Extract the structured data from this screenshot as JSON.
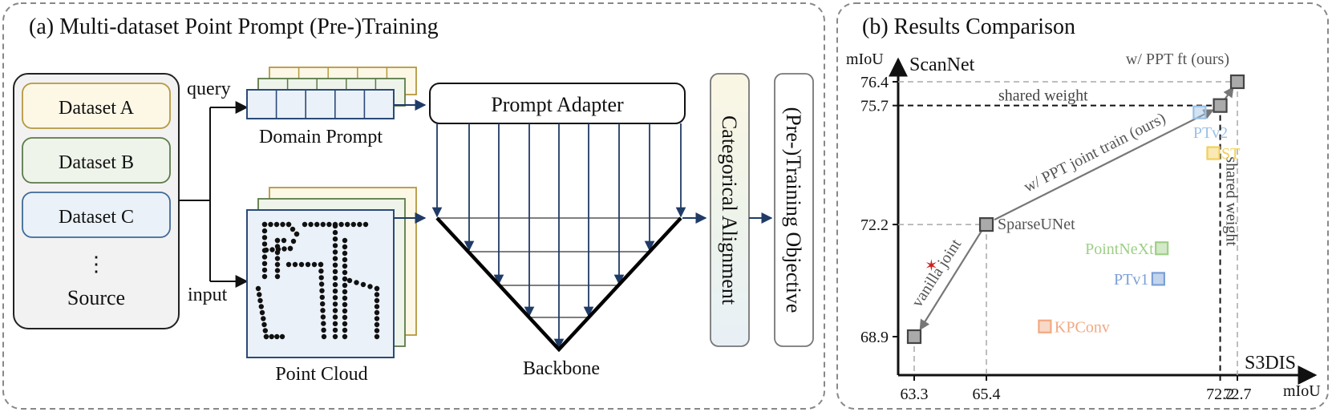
{
  "panel_a": {
    "title": "(a) Multi-dataset Point Prompt (Pre-)Training",
    "source": {
      "datasets": [
        {
          "label": "Dataset A",
          "fill": "#fdf7e6",
          "stroke": "#b5983f"
        },
        {
          "label": "Dataset B",
          "fill": "#eef4ea",
          "stroke": "#5d7a48"
        },
        {
          "label": "Dataset C",
          "fill": "#eaf1f8",
          "stroke": "#3f6a96"
        }
      ],
      "ellipsis": "⋮",
      "label": "Source"
    },
    "query_label": "query",
    "input_label": "input",
    "domain_prompt_label": "Domain Prompt",
    "point_cloud_label": "Point Cloud",
    "prompt_adapter_label": "Prompt Adapter",
    "backbone_label": "Backbone",
    "categorical_alignment_label": "Categorical Alignment",
    "training_objective_label": "(Pre-)Training Objective"
  },
  "panel_b": {
    "title": "(b) Results Comparison"
  },
  "chart_data": {
    "type": "scatter",
    "xlabel": "mIoU",
    "ylabel": "mIoU",
    "x_axis_name": "S3DIS",
    "y_axis_name": "ScanNet",
    "x_ticks": [
      63.3,
      65.4,
      72.2,
      72.7
    ],
    "y_ticks": [
      68.9,
      72.2,
      75.7,
      76.4
    ],
    "points": [
      {
        "name": "SparseUNet",
        "x": 65.4,
        "y": 72.2,
        "color": "#888888",
        "primary": true
      },
      {
        "name": "",
        "x": 63.3,
        "y": 68.9,
        "color": "#888888",
        "primary": true
      },
      {
        "name": "",
        "x": 72.2,
        "y": 75.7,
        "color": "#888888",
        "primary": true
      },
      {
        "name": "w/ PPT ft (ours)",
        "x": 72.7,
        "y": 76.4,
        "color": "#888888",
        "primary": true
      },
      {
        "name": "PTv2",
        "x": 71.6,
        "y": 75.5,
        "color": "#9cc0e6",
        "primary": false
      },
      {
        "name": "ST",
        "x": 72.0,
        "y": 74.3,
        "color": "#f2cf5a",
        "primary": false
      },
      {
        "name": "PointNeXt",
        "x": 70.5,
        "y": 71.5,
        "color": "#9dcf86",
        "primary": false
      },
      {
        "name": "PTv1",
        "x": 70.4,
        "y": 70.6,
        "color": "#7b9fd6",
        "primary": false
      },
      {
        "name": "KPConv",
        "x": 67.1,
        "y": 69.2,
        "color": "#f2a982",
        "primary": false
      }
    ],
    "annotations": {
      "vanilla_joint": "vanilla joint",
      "ppt_joint": "w/ PPT joint train (ours)",
      "shared_weight_h": "shared weight",
      "shared_weight_v": "shared weight"
    }
  }
}
